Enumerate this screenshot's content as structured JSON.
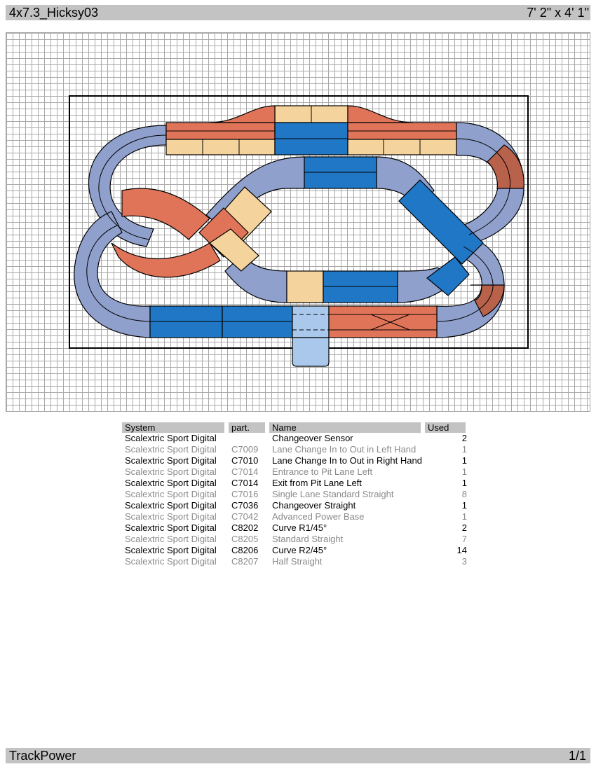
{
  "header": {
    "title": "4x7.3_Hicksy03",
    "dimensions": "7' 2\" x 4' 1\""
  },
  "colors": {
    "curve": "#8fa0cc",
    "straight_blue": "#1f77c6",
    "red_section": "#e07459",
    "tan_section": "#f5d39c",
    "brown_curve": "#b8624b",
    "pit": "#a9c8ec",
    "grid": "#a9a9a9"
  },
  "parts_table": {
    "headers": {
      "system": "System",
      "part": "part.",
      "name": "Name",
      "used": "Used"
    },
    "rows": [
      {
        "system": "Scalextric Sport Digital",
        "part": "",
        "name": "Changeover Sensor",
        "used": "2"
      },
      {
        "system": "Scalextric Sport Digital",
        "part": "C7009",
        "name": "Lane Change In to Out in Left Hand",
        "used": "1"
      },
      {
        "system": "Scalextric Sport Digital",
        "part": "C7010",
        "name": "Lane Change In to Out in Right Hand",
        "used": "1"
      },
      {
        "system": "Scalextric Sport Digital",
        "part": "C7014",
        "name": "Entrance to Pit Lane Left",
        "used": "1"
      },
      {
        "system": "Scalextric Sport Digital",
        "part": "C7014",
        "name": "Exit from Pit Lane Left",
        "used": "1"
      },
      {
        "system": "Scalextric Sport Digital",
        "part": "C7016",
        "name": "Single Lane Standard Straight",
        "used": "8"
      },
      {
        "system": "Scalextric Sport Digital",
        "part": "C7036",
        "name": "Changeover Straight",
        "used": "1"
      },
      {
        "system": "Scalextric Sport Digital",
        "part": "C7042",
        "name": "Advanced Power Base",
        "used": "1"
      },
      {
        "system": "Scalextric Sport Digital",
        "part": "C8202",
        "name": "Curve R1/45°",
        "used": "2"
      },
      {
        "system": "Scalextric Sport Digital",
        "part": "C8205",
        "name": "Standard Straight",
        "used": "7"
      },
      {
        "system": "Scalextric Sport Digital",
        "part": "C8206",
        "name": "Curve R2/45°",
        "used": "14"
      },
      {
        "system": "Scalextric Sport Digital",
        "part": "C8207",
        "name": "Half Straight",
        "used": "3"
      }
    ]
  },
  "footer": {
    "app": "TrackPower",
    "page": "1/1"
  }
}
